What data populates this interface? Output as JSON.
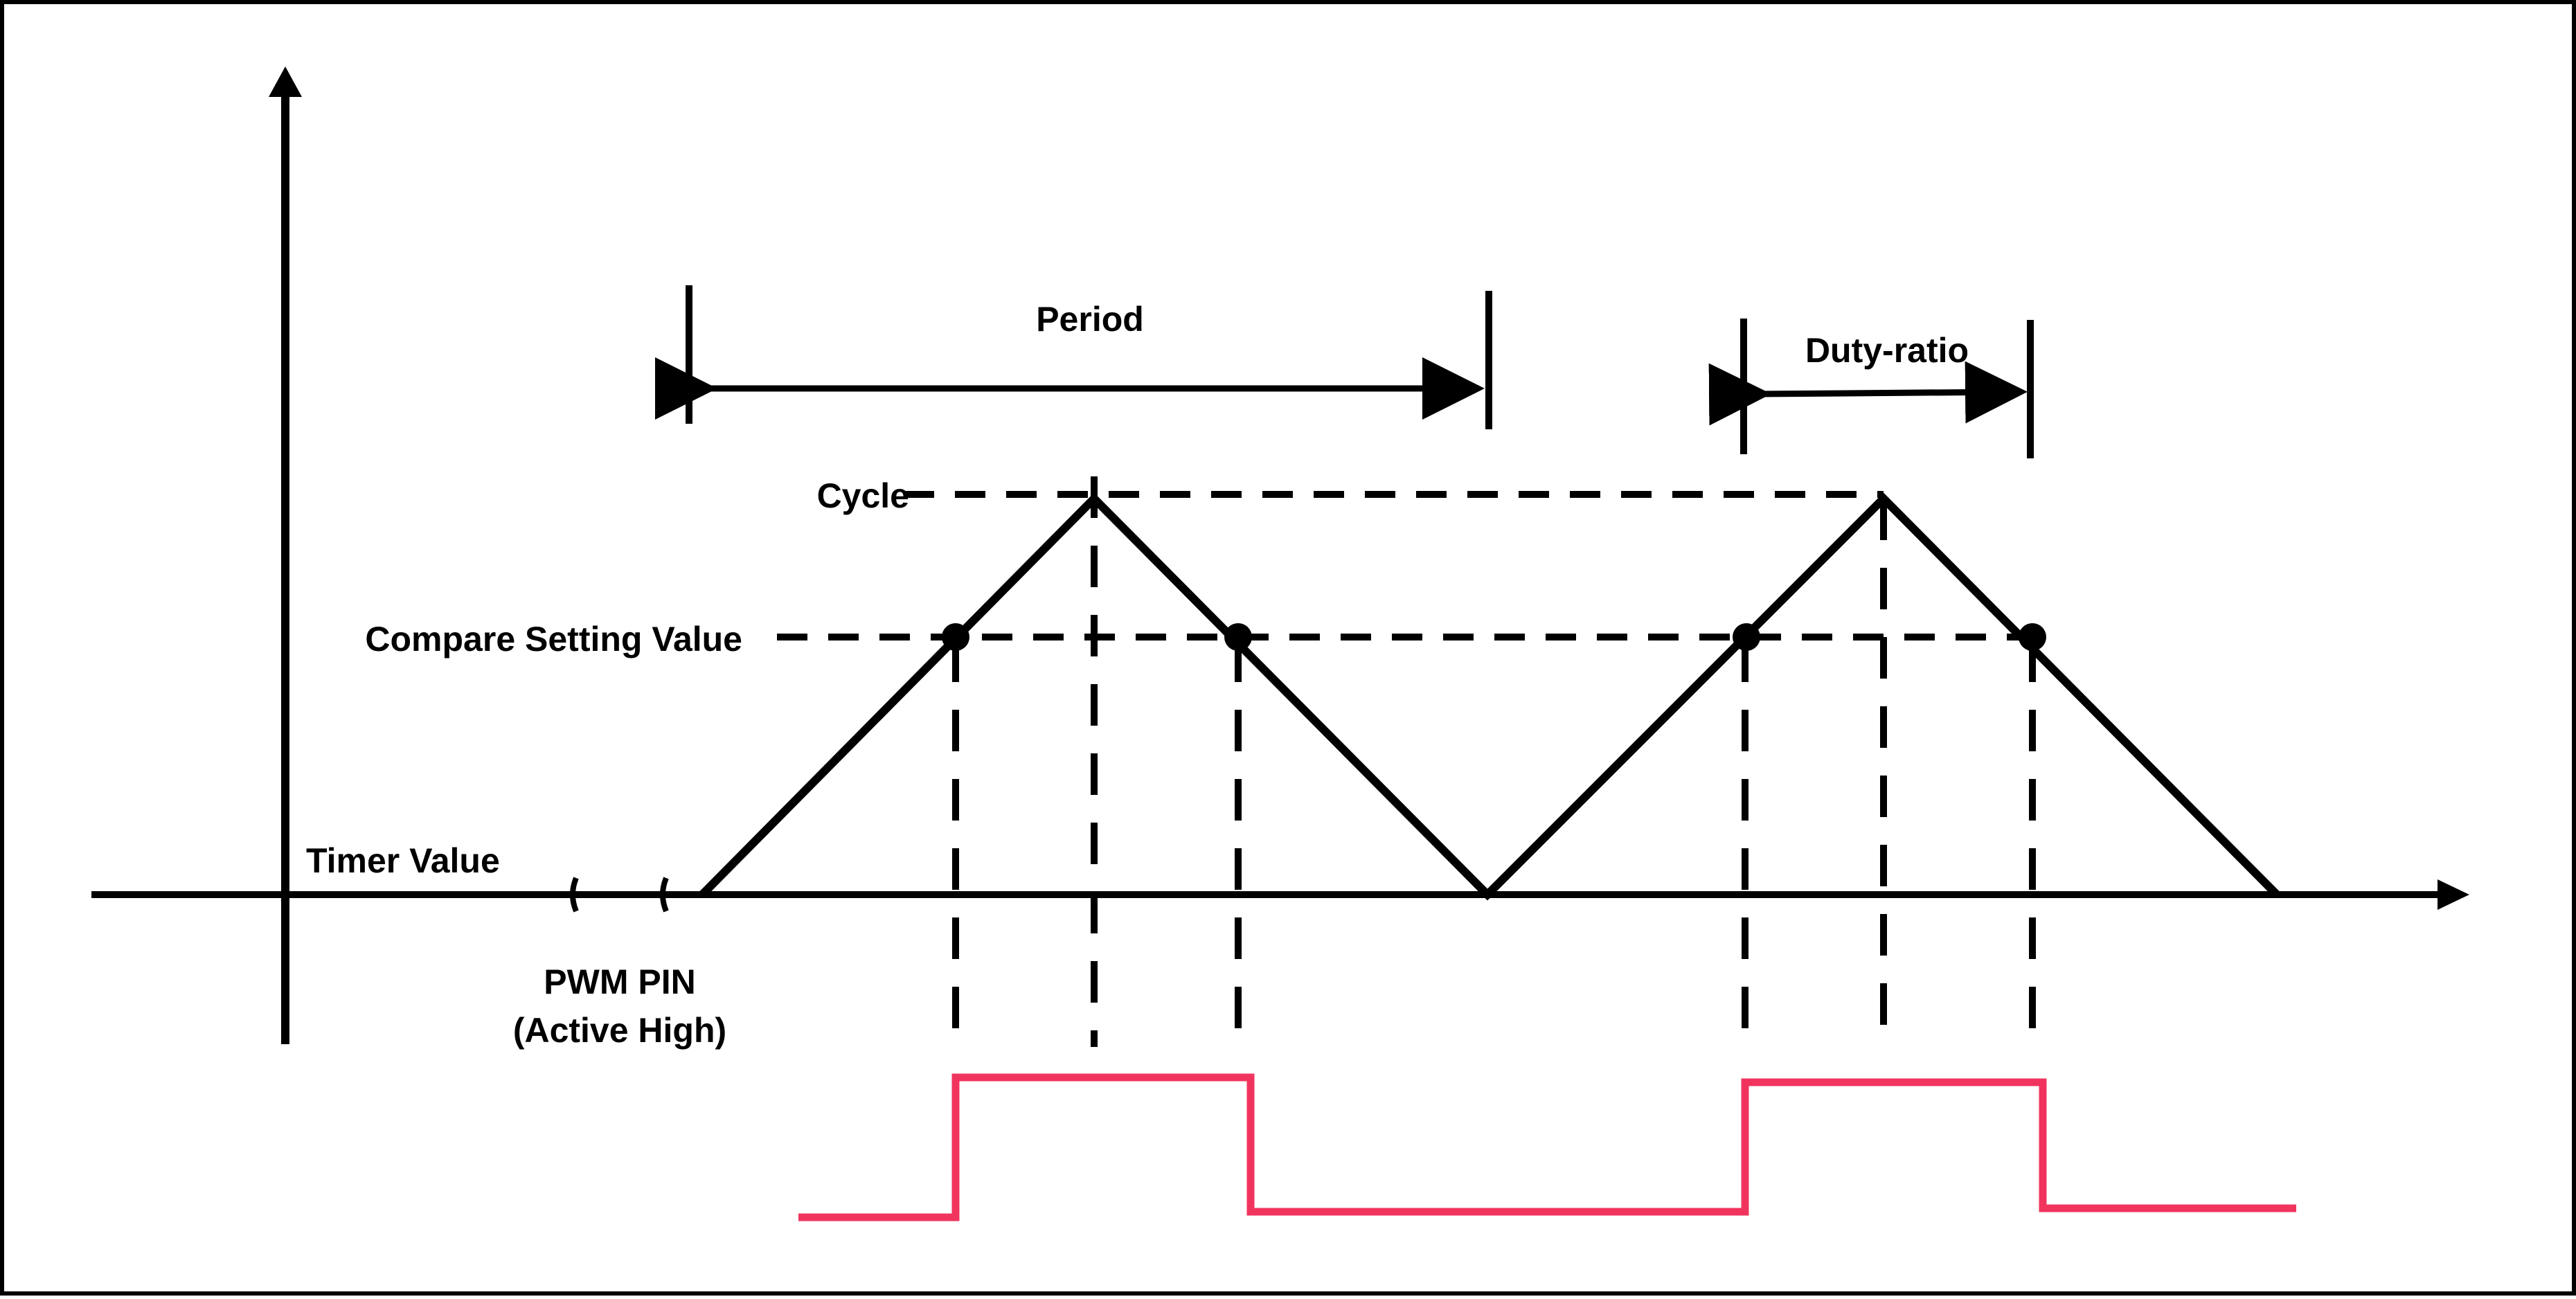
{
  "labels": {
    "period": "Period",
    "duty_ratio": "Duty-ratio",
    "cycle": "Cycle",
    "compare_setting_value": "Compare Setting Value",
    "timer_value": "Timer Value",
    "pwm_pin_line1": "PWM PIN",
    "pwm_pin_line2": "(Active High)"
  },
  "colors": {
    "frame": "#000000",
    "axis": "#000000",
    "waveform": "#000000",
    "pwm_signal": "#f0345e",
    "dots": "#000000"
  }
}
